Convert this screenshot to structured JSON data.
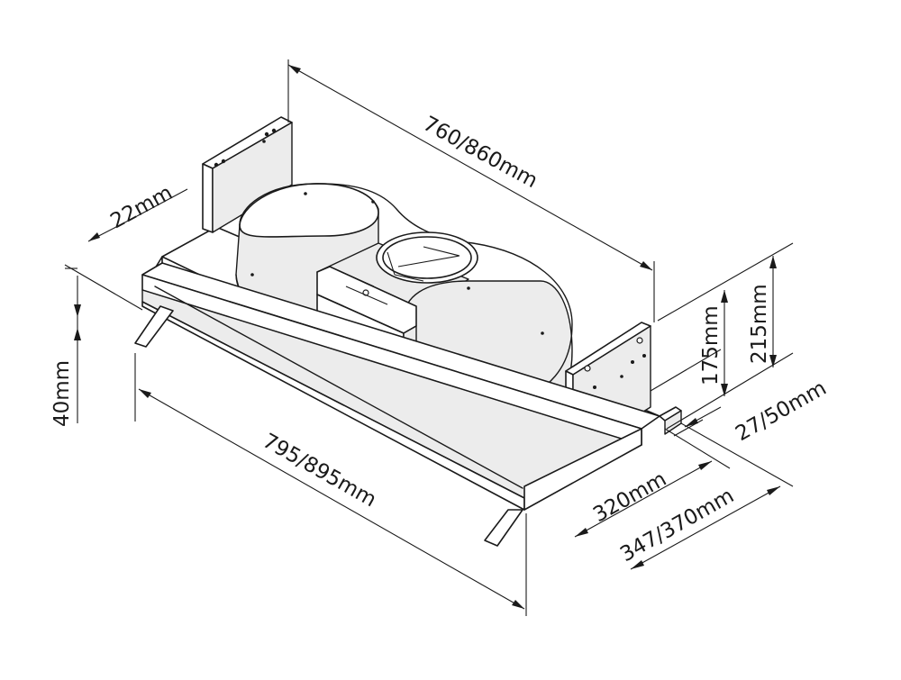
{
  "diagram": {
    "colors": {
      "line": "#1a1a1a",
      "background": "#ffffff",
      "shade": "#ececec"
    },
    "dimensions": {
      "width_top": "760/860mm",
      "depth_flange": "22mm",
      "height_front": "40mm",
      "width_front": "795/895mm",
      "height_bracket": "175mm",
      "height_total": "215mm",
      "offset": "27/50mm",
      "depth_body": "320mm",
      "depth_total": "347/370mm"
    }
  }
}
